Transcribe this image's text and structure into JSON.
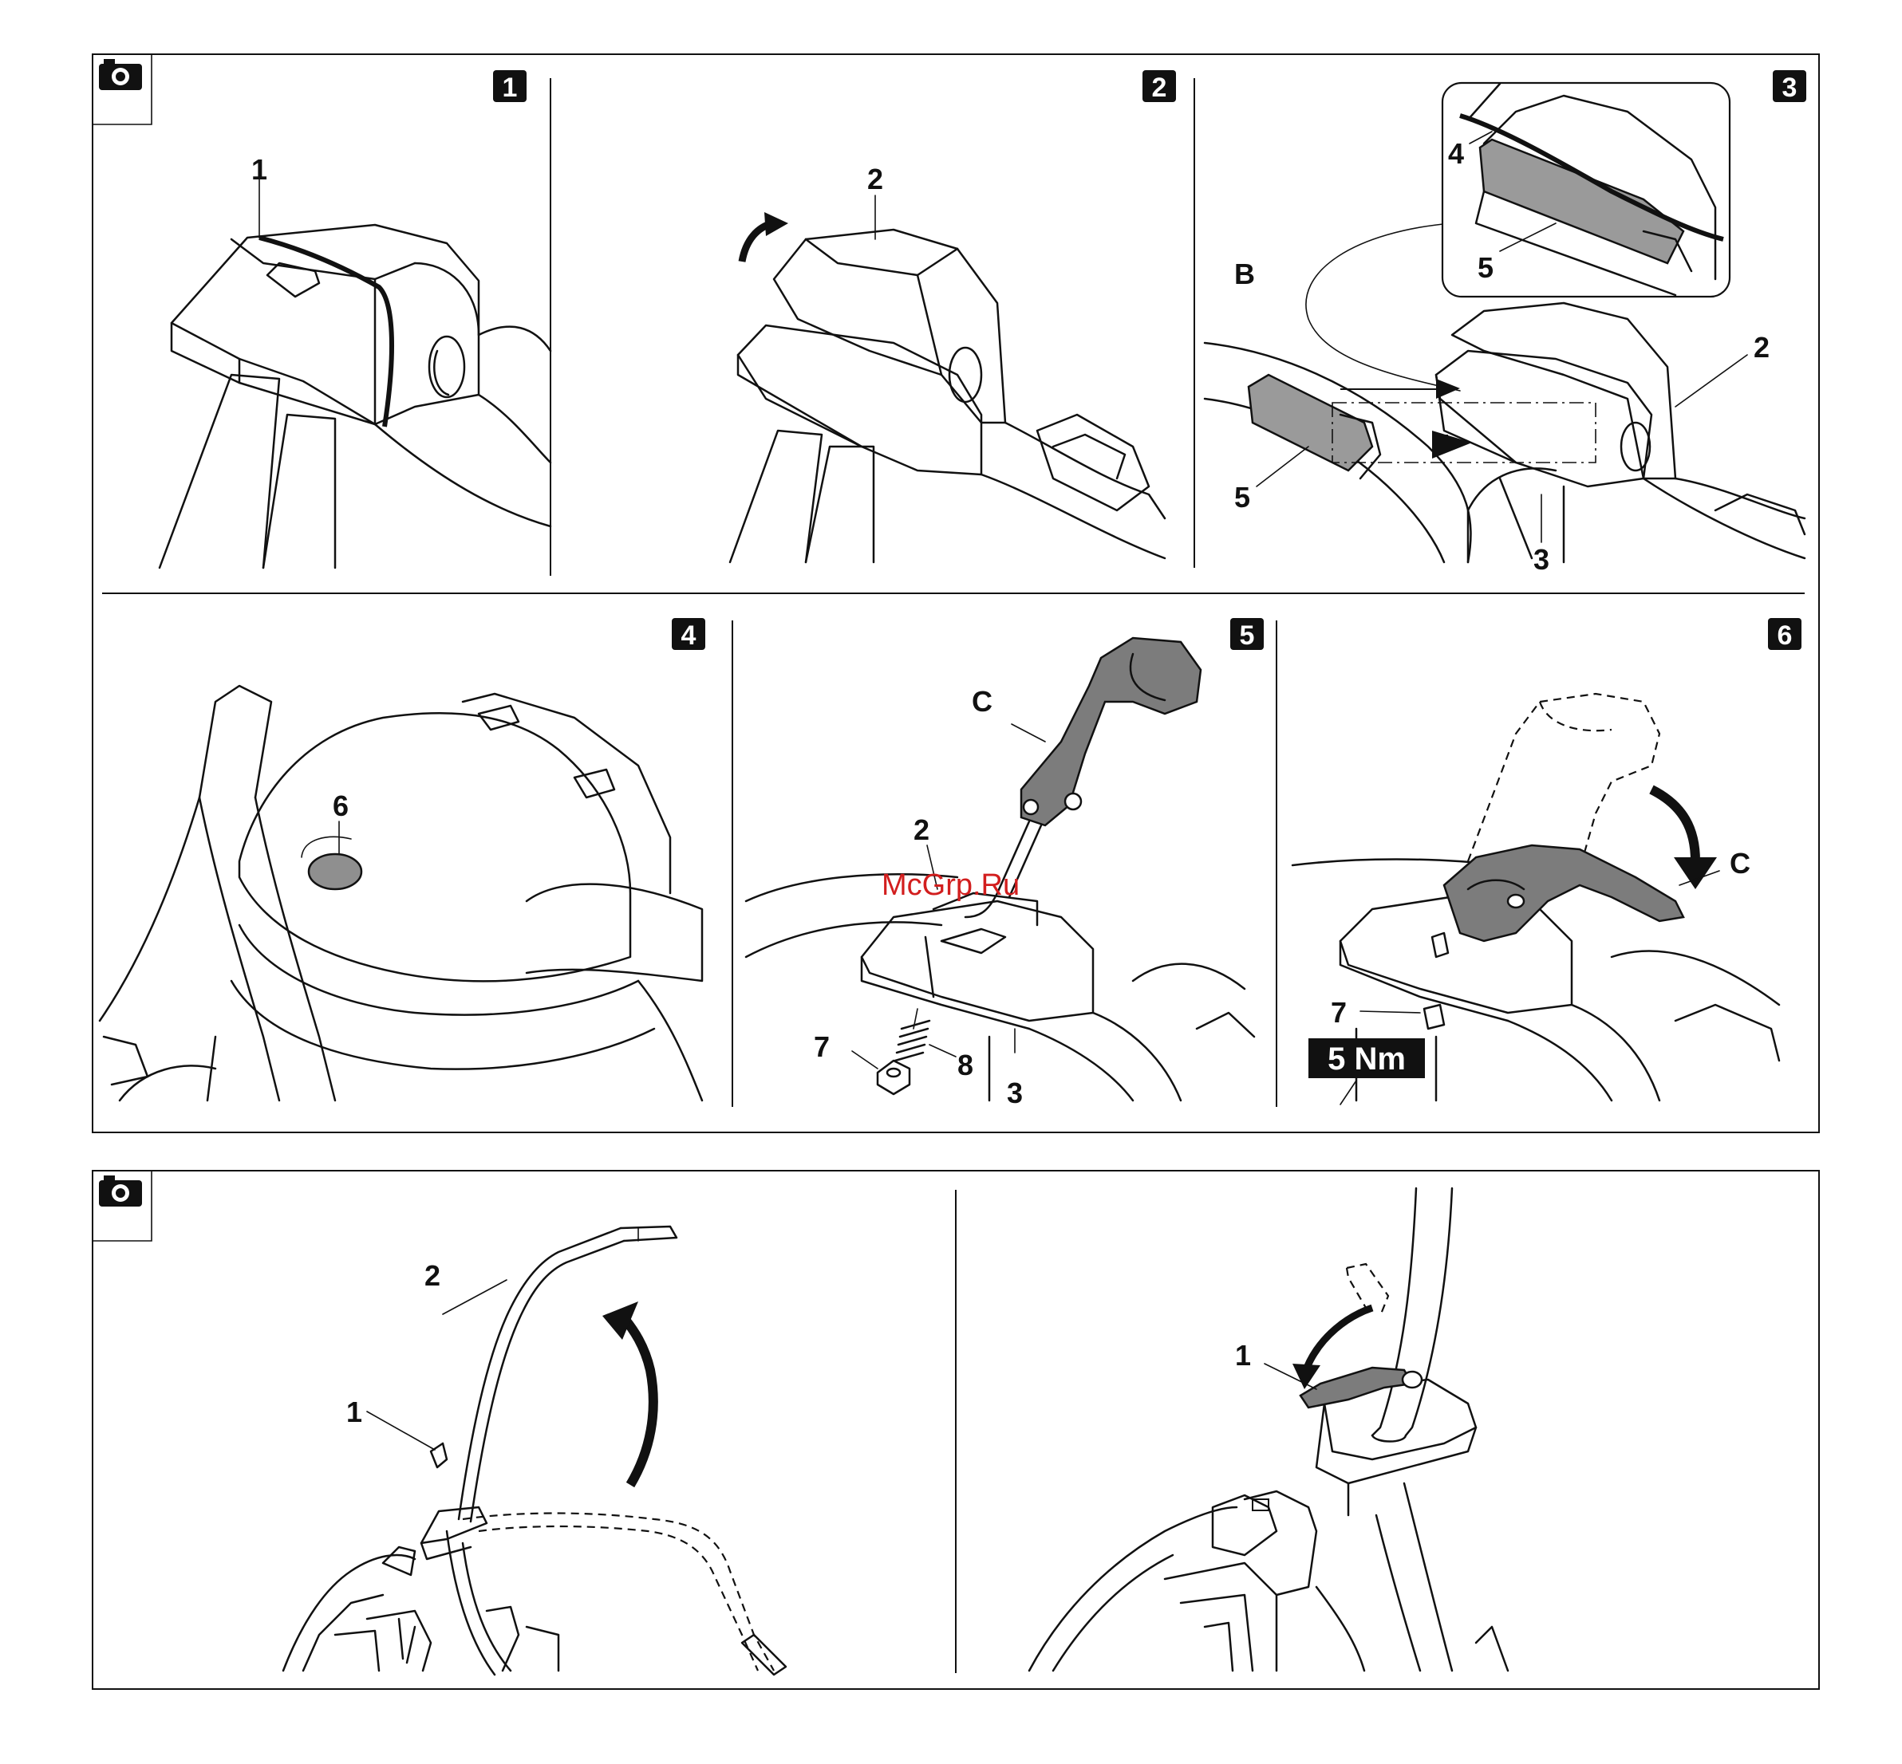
{
  "figure_top": {
    "panels": [
      {
        "step": "1",
        "labels": [
          "1"
        ]
      },
      {
        "step": "2",
        "labels": [
          "2"
        ]
      },
      {
        "step": "3",
        "labels": [
          "4",
          "5",
          "B",
          "2",
          "5",
          "3"
        ]
      },
      {
        "step": "4",
        "labels": [
          "6"
        ]
      },
      {
        "step": "5",
        "labels": [
          "C",
          "2",
          "7",
          "8",
          "3"
        ]
      },
      {
        "step": "6",
        "labels": [
          "C",
          "7"
        ],
        "torque": "5 Nm"
      }
    ]
  },
  "figure_bottom": {
    "left_labels": [
      "2",
      "1"
    ],
    "right_labels": [
      "1"
    ]
  },
  "watermark": "McGrp.Ru"
}
